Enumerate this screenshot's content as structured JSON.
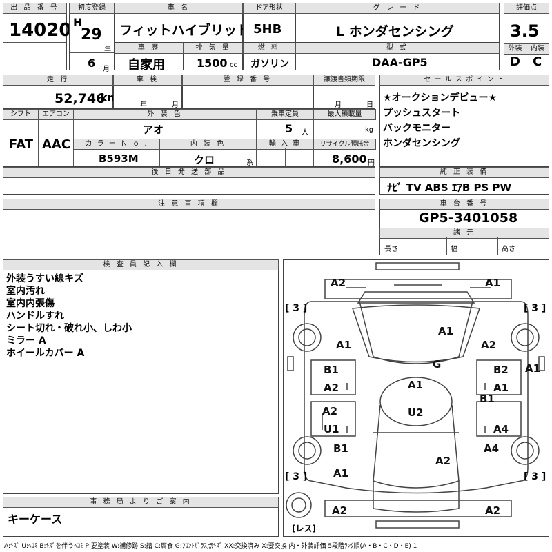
{
  "lot": {
    "label": "出 品 番 号",
    "value": "14020"
  },
  "first_reg": {
    "label": "初度登録",
    "era": "H",
    "year": "29",
    "year_unit": "年",
    "month": "6",
    "month_unit": "月"
  },
  "car_name": {
    "label": "車 名",
    "value": "フィットハイブリッド"
  },
  "door": {
    "label": "ドア形状",
    "value": "5HB"
  },
  "grade": {
    "label": "グ レ ー ド",
    "value": "L ホンダセンシング"
  },
  "score": {
    "label": "評価点",
    "value": "3.5",
    "ext_label": "外装",
    "int_label": "内装",
    "ext": "D",
    "int": "C"
  },
  "history": {
    "label": "車 歴",
    "value": "自家用"
  },
  "displacement": {
    "label": "排 気 量",
    "value": "1500",
    "unit": "cc"
  },
  "fuel": {
    "label": "燃 料",
    "value": "ガソリン"
  },
  "model": {
    "label": "型 式",
    "value": "DAA-GP5"
  },
  "mileage": {
    "label": "走 行",
    "value": "52,746",
    "unit": "km"
  },
  "inspection": {
    "label": "車 検",
    "year_unit": "年",
    "month_unit": "月"
  },
  "registration": {
    "label": "登 録 番 号"
  },
  "transfer_deadline": {
    "label": "譲渡書類期限",
    "month_unit": "月",
    "day_unit": "日"
  },
  "sales_points": {
    "label": "セ ー ル ス ポ イ ン ト",
    "items": [
      "★オークションデビュー★",
      "プッシュスタート",
      "バックモニター",
      "ホンダセンシング"
    ]
  },
  "shift": {
    "label": "シフト",
    "value": "FAT"
  },
  "aircon": {
    "label": "エアコン",
    "value": "AAC"
  },
  "ext_color": {
    "label": "外 装 色",
    "value": "アオ"
  },
  "capacity": {
    "label": "乗車定員",
    "value": "5",
    "unit": "人"
  },
  "max_load": {
    "label": "最大積載量",
    "unit": "kg"
  },
  "color_no": {
    "label": "カ ラ ー Ｎ ｏ .",
    "value": "B593M"
  },
  "int_color": {
    "label": "内 装 色",
    "value": "クロ",
    "unit": "系"
  },
  "import": {
    "label": "輸 入 車"
  },
  "recycle": {
    "label": "リサイクル預託金",
    "value": "8,600",
    "unit": "円"
  },
  "later_parts": {
    "label": "後 日 発 送 部 品"
  },
  "equipment": {
    "label": "純 正 装 備",
    "value": "ﾅﾋﾞ TV ABS ｴｱB PS PW"
  },
  "notes": {
    "label": "注 意 事 項 欄"
  },
  "chassis": {
    "label": "車 台 番 号",
    "value": "GP5-3401058"
  },
  "specs": {
    "label": "諸 元",
    "length": "長さ",
    "width": "幅",
    "height": "高さ"
  },
  "inspector": {
    "label": "検 査 員 記 入 欄",
    "lines": [
      "外装うすい線キズ",
      "室内汚れ",
      "室内内張傷",
      "ハンドルすれ",
      "シート切れ・破れ小、しわ小",
      "ミラー A",
      "ホイールカバー A"
    ]
  },
  "office": {
    "label": "事 務 局 よ り ご 案 内",
    "value": "キーケース"
  },
  "diagram": {
    "tire_codes": [
      "[ 3 ]",
      "[ 3 ]",
      "[ 3 ]",
      "[ 3 ]"
    ],
    "spare": "[レス]",
    "marks": [
      "A2",
      "A1",
      "A1",
      "A1",
      "A2",
      "A1",
      "G",
      "B1",
      "B2",
      "A2",
      "A1",
      "A1",
      "B1",
      "A2",
      "U2",
      "U1",
      "A4",
      "B1",
      "A4",
      "A2",
      "A1",
      "A2",
      "A2"
    ]
  },
  "legend": "A:ｷｽﾞ U:ﾍｺﾐ B:ｷｽﾞを伴うﾍｺﾐ P:要塗装 W:補修跡 S:錆 C:腐食 G:ﾌﾛﾝﾄｶﾞﾗｽ点ｷｽﾞ XX:交換済み X:要交換 内・外装評価 5段階ﾗﾝｸ順(A・B・C・D・E) 1"
}
